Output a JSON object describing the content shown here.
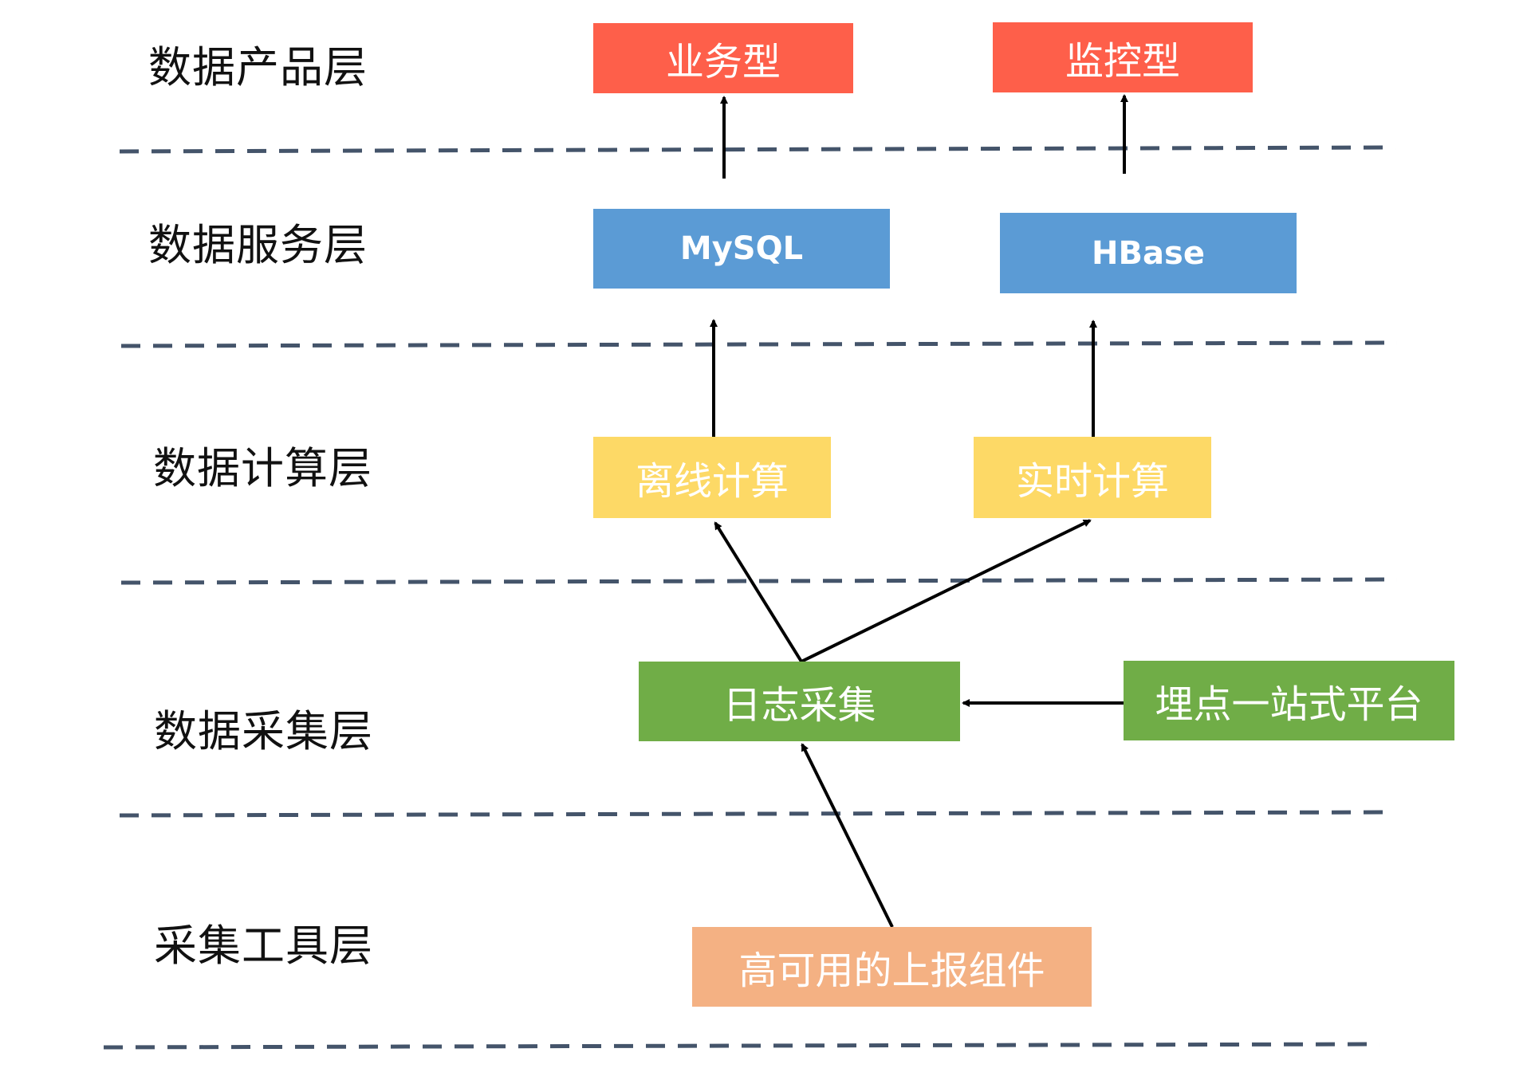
{
  "layers": {
    "product": "数据产品层",
    "service": "数据服务层",
    "compute": "数据计算层",
    "collect": "数据采集层",
    "tools": "采集工具层"
  },
  "nodes": {
    "business": "业务型",
    "monitor": "监控型",
    "mysql": "MySQL",
    "hbase": "HBase",
    "offline": "离线计算",
    "realtime": "实时计算",
    "log": "日志采集",
    "tracking_platform": "埋点一站式平台",
    "reporter": "高可用的上报组件"
  },
  "colors": {
    "product": "#fe5f4a",
    "service": "#5b9bd5",
    "compute": "#fdd966",
    "collect": "#70ad47",
    "tools": "#f4b183",
    "separator": "#44546a"
  }
}
